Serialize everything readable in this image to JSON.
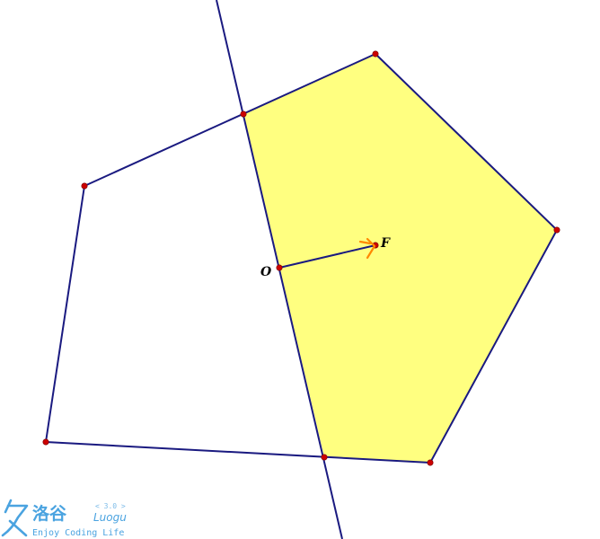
{
  "diagram": {
    "labels": {
      "O": "O",
      "F": "F"
    },
    "colors": {
      "stroke": "#1a1a80",
      "fill_region": "#ffff80",
      "point": "#cc0000",
      "cursor": "#ff8800"
    }
  },
  "watermark": {
    "logo_text": "洛谷",
    "version": "< 3.0 >",
    "romanized": "Luogu",
    "slogan": "Enjoy Coding Life",
    "color": "#4aa3e0"
  }
}
